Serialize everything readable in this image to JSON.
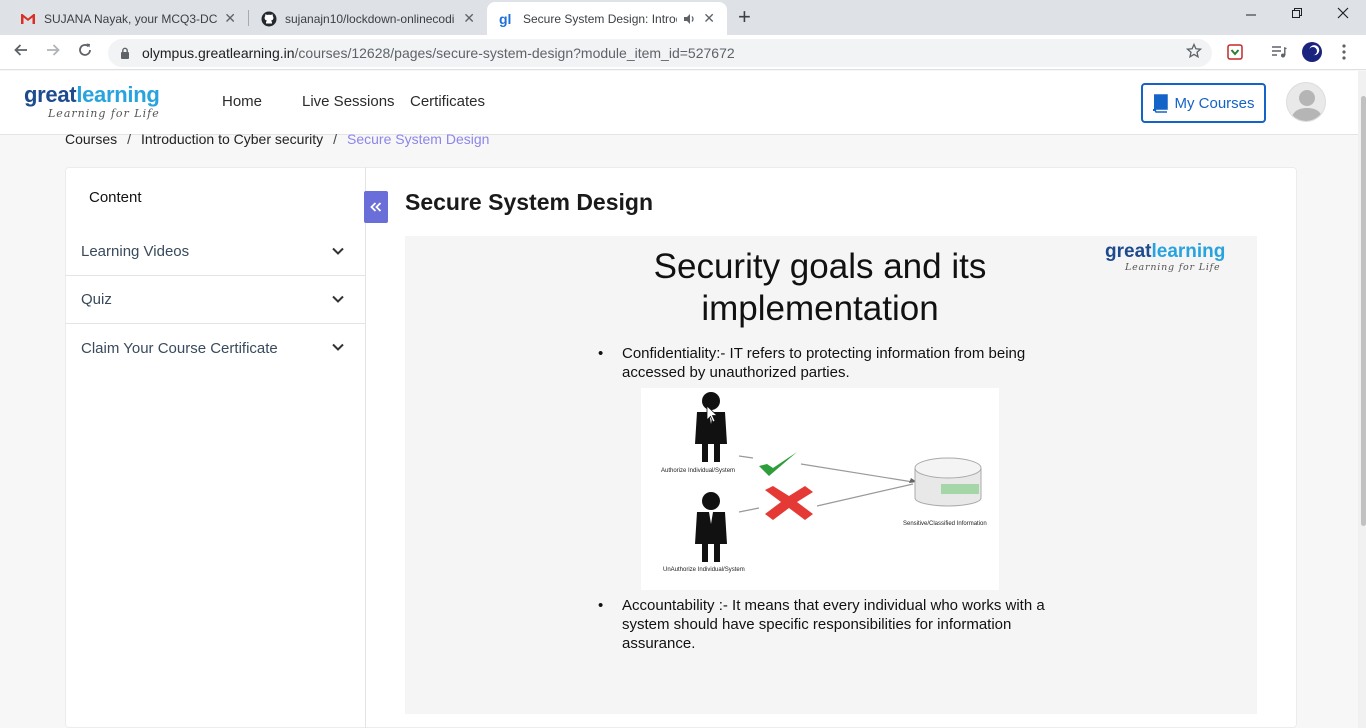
{
  "browser": {
    "tabs": [
      {
        "title": "SUJANA Nayak, your MCQ3-DC r",
        "icon": "gmail-icon",
        "active": false
      },
      {
        "title": "sujanajn10/lockdown-onlinecodi",
        "icon": "github-icon",
        "active": false
      },
      {
        "title": "Secure System Design: Introd",
        "icon": "greatlearning-icon",
        "active": true
      }
    ],
    "new_tab_symbol": "+",
    "close_symbol": "✕",
    "url_host": "olympus.greatlearning.in",
    "url_path": "/courses/12628/pages/secure-system-design?module_item_id=527672"
  },
  "header": {
    "logo_main_1": "great",
    "logo_main_2": "learning",
    "logo_tagline": "Learning for Life",
    "nav": [
      "Home",
      "Live Sessions",
      "Certificates"
    ],
    "my_courses": "My Courses"
  },
  "breadcrumb": {
    "items": [
      "Courses",
      "Introduction to Cyber security",
      "Secure System Design"
    ],
    "separator": "/"
  },
  "sidebar": {
    "title": "Content",
    "items": [
      {
        "label": "Learning Videos"
      },
      {
        "label": "Quiz"
      },
      {
        "label": "Claim Your Course Certificate"
      }
    ]
  },
  "main": {
    "title": "Secure System Design"
  },
  "slide": {
    "title_line1": "Security goals and its",
    "title_line2": "implementation",
    "logo_main_1": "great",
    "logo_main_2": "learning",
    "logo_tagline": "Learning for Life",
    "bullet_symbol": "•",
    "bullets": [
      "Confidentiality:- IT refers to protecting information from being accessed by unauthorized parties.",
      "Accountability :- It means that every individual who works with a system should have specific responsibilities for information assurance."
    ],
    "diagram": {
      "authorized_label": "Authorize Individual/System",
      "unauthorized_label": "UnAuthorize Individual/System",
      "data_label": "Sensitive/Classified Information"
    }
  },
  "colors": {
    "brand_dark": "#1e4a8e",
    "brand_light": "#29a3de",
    "accent": "#1463c7",
    "breadcrumb_current": "#8c86e8",
    "collapse_button": "#6a6ed8"
  }
}
